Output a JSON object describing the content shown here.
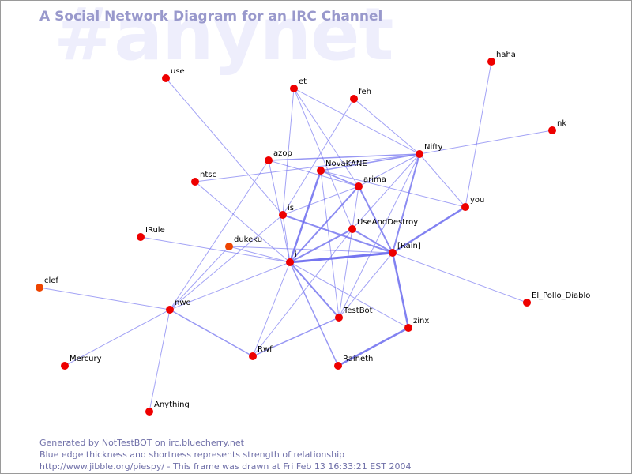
{
  "watermark": "#anynet",
  "title": "A Social Network Diagram for an IRC Channel",
  "footer": {
    "line1": "Generated by NotTestBOT on irc.bluecherry.net",
    "line2": "Blue edge thickness and shortness represents strength of relationship",
    "line3": "http://www.jibble.org/piespy/ - This frame was drawn at Fri Feb 13 16:33:21 EST 2004"
  },
  "colors": {
    "node": "#ee0000",
    "node_faded": "#ee4400",
    "edge": "#6666ee",
    "title": "#9999cc",
    "watermark": "#eeeefc",
    "footer": "#6f6fa8"
  },
  "nodes": [
    {
      "id": "use",
      "label": "use"
    },
    {
      "id": "et",
      "label": "et"
    },
    {
      "id": "haha",
      "label": "haha"
    },
    {
      "id": "feh",
      "label": "feh"
    },
    {
      "id": "nk",
      "label": "nk"
    },
    {
      "id": "Nifty",
      "label": "Nifty"
    },
    {
      "id": "azop",
      "label": "azop"
    },
    {
      "id": "NovaKANE",
      "label": "NovaKANE"
    },
    {
      "id": "ntsc",
      "label": "ntsc"
    },
    {
      "id": "arima",
      "label": "arima"
    },
    {
      "id": "you",
      "label": "you"
    },
    {
      "id": "is",
      "label": "is"
    },
    {
      "id": "UseAndDestroy",
      "label": "UseAndDestroy"
    },
    {
      "id": "IRule",
      "label": "IRule"
    },
    {
      "id": "dukeku",
      "label": "dukeku",
      "faded": true
    },
    {
      "id": "Rain",
      "label": "[Rain]"
    },
    {
      "id": "i",
      "label": "i"
    },
    {
      "id": "clef",
      "label": "clef",
      "faded": true
    },
    {
      "id": "nwo",
      "label": "nwo"
    },
    {
      "id": "El_Pollo_Diablo",
      "label": "El_Pollo_Diablo"
    },
    {
      "id": "TestBot",
      "label": "TestBot"
    },
    {
      "id": "zinx",
      "label": "zinx"
    },
    {
      "id": "Rwf",
      "label": "Rwf"
    },
    {
      "id": "Raineth",
      "label": "Raineth"
    },
    {
      "id": "Mercury",
      "label": "Mercury"
    },
    {
      "id": "Anything",
      "label": "Anything"
    }
  ],
  "edges": [
    {
      "source": "use",
      "target": "is",
      "weight": 1
    },
    {
      "source": "et",
      "target": "is",
      "weight": 1
    },
    {
      "source": "et",
      "target": "arima",
      "weight": 1
    },
    {
      "source": "et",
      "target": "UseAndDestroy",
      "weight": 1
    },
    {
      "source": "et",
      "target": "Nifty",
      "weight": 1
    },
    {
      "source": "feh",
      "target": "Nifty",
      "weight": 1
    },
    {
      "source": "feh",
      "target": "is",
      "weight": 1
    },
    {
      "source": "haha",
      "target": "you",
      "weight": 1
    },
    {
      "source": "nk",
      "target": "Nifty",
      "weight": 1
    },
    {
      "source": "azop",
      "target": "Nifty",
      "weight": 1.5
    },
    {
      "source": "azop",
      "target": "arima",
      "weight": 1
    },
    {
      "source": "azop",
      "target": "i",
      "weight": 1
    },
    {
      "source": "azop",
      "target": "nwo",
      "weight": 1
    },
    {
      "source": "NovaKANE",
      "target": "Nifty",
      "weight": 1.5
    },
    {
      "source": "NovaKANE",
      "target": "i",
      "weight": 2.5
    },
    {
      "source": "NovaKANE",
      "target": "arima",
      "weight": 1.5
    },
    {
      "source": "NovaKANE",
      "target": "you",
      "weight": 1
    },
    {
      "source": "NovaKANE",
      "target": "TestBot",
      "weight": 1
    },
    {
      "source": "ntsc",
      "target": "Nifty",
      "weight": 1
    },
    {
      "source": "ntsc",
      "target": "i",
      "weight": 1
    },
    {
      "source": "arima",
      "target": "Nifty",
      "weight": 1
    },
    {
      "source": "arima",
      "target": "i",
      "weight": 2
    },
    {
      "source": "arima",
      "target": "is",
      "weight": 1
    },
    {
      "source": "arima",
      "target": "Rain",
      "weight": 2
    },
    {
      "source": "arima",
      "target": "TestBot",
      "weight": 1
    },
    {
      "source": "is",
      "target": "Rain",
      "weight": 2
    },
    {
      "source": "is",
      "target": "i",
      "weight": 1
    },
    {
      "source": "is",
      "target": "nwo",
      "weight": 1
    },
    {
      "source": "UseAndDestroy",
      "target": "i",
      "weight": 2
    },
    {
      "source": "UseAndDestroy",
      "target": "Rain",
      "weight": 2
    },
    {
      "source": "UseAndDestroy",
      "target": "Nifty",
      "weight": 1
    },
    {
      "source": "UseAndDestroy",
      "target": "Rwf",
      "weight": 1
    },
    {
      "source": "Nifty",
      "target": "Rain",
      "weight": 2
    },
    {
      "source": "Nifty",
      "target": "TestBot",
      "weight": 1
    },
    {
      "source": "Nifty",
      "target": "you",
      "weight": 1
    },
    {
      "source": "you",
      "target": "Rain",
      "weight": 2.5
    },
    {
      "source": "Rain",
      "target": "i",
      "weight": 3
    },
    {
      "source": "Rain",
      "target": "zinx",
      "weight": 2.5
    },
    {
      "source": "Rain",
      "target": "El_Pollo_Diablo",
      "weight": 1
    },
    {
      "source": "Rain",
      "target": "TestBot",
      "weight": 1
    },
    {
      "source": "Rain",
      "target": "dukeku",
      "weight": 1
    },
    {
      "source": "i",
      "target": "IRule",
      "weight": 1
    },
    {
      "source": "i",
      "target": "dukeku",
      "weight": 1
    },
    {
      "source": "i",
      "target": "nwo",
      "weight": 1
    },
    {
      "source": "i",
      "target": "TestBot",
      "weight": 2
    },
    {
      "source": "i",
      "target": "zinx",
      "weight": 1
    },
    {
      "source": "i",
      "target": "Rwf",
      "weight": 1
    },
    {
      "source": "i",
      "target": "Raineth",
      "weight": 1.5
    },
    {
      "source": "dukeku",
      "target": "nwo",
      "weight": 1
    },
    {
      "source": "clef",
      "target": "nwo",
      "weight": 1
    },
    {
      "source": "nwo",
      "target": "Mercury",
      "weight": 1
    },
    {
      "source": "nwo",
      "target": "Anything",
      "weight": 1
    },
    {
      "source": "nwo",
      "target": "Rwf",
      "weight": 1.5
    },
    {
      "source": "TestBot",
      "target": "Rwf",
      "weight": 1.5
    },
    {
      "source": "zinx",
      "target": "Raineth",
      "weight": 2.5
    }
  ]
}
